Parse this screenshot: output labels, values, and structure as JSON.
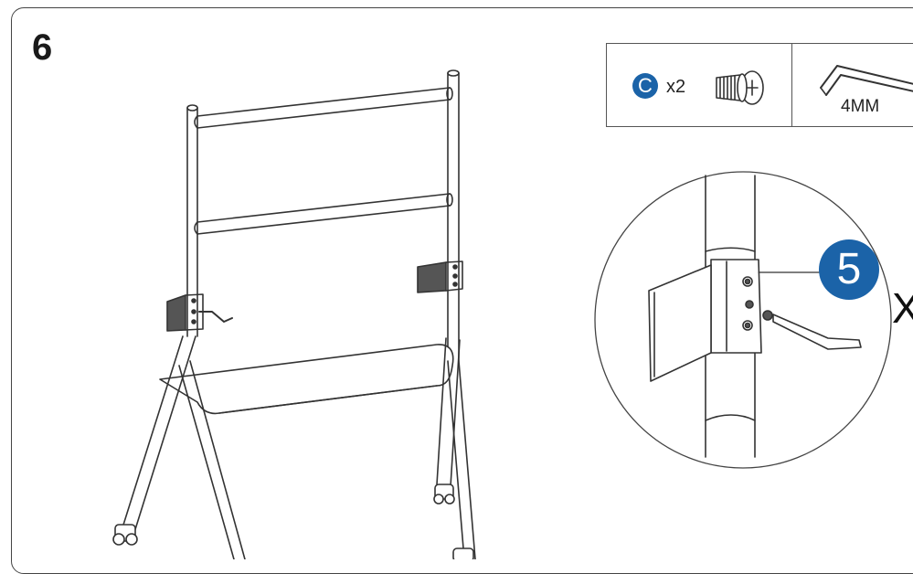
{
  "step": {
    "number": "6"
  },
  "parts": {
    "screw_badge": "C",
    "screw_qty": "x2",
    "tool_label": "4MM"
  },
  "detail": {
    "callout_number": "5",
    "multiplier_mark": "X"
  },
  "colors": {
    "accent": "#1b63a8",
    "line": "#333333"
  },
  "icons": [
    "screw-icon",
    "allen-key-icon"
  ]
}
